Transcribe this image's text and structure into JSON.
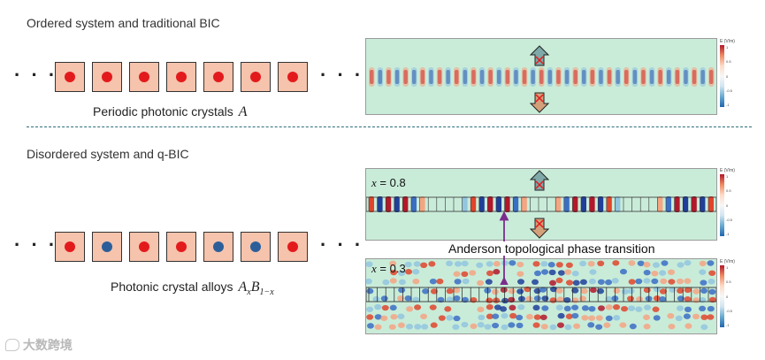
{
  "top": {
    "title": "Ordered system and traditional BIC",
    "cells": [
      "red",
      "red",
      "red",
      "red",
      "red",
      "red",
      "red"
    ],
    "caption_text": "Periodic photonic crystals",
    "caption_math": "A"
  },
  "bottom": {
    "title": "Disordered system and q-BIC",
    "cells": [
      "red",
      "blue",
      "red",
      "red",
      "blue",
      "blue",
      "red"
    ],
    "caption_text": "Photonic crystal alloys",
    "caption_math_a": "A",
    "caption_math_a_sub": "x",
    "caption_math_b": "B",
    "caption_math_b_sub": "1−x"
  },
  "ellipsis": "· · ·",
  "panels": {
    "panel1": {
      "x_label": ""
    },
    "panel2": {
      "x_var": "x",
      "x_value": " = 0.8"
    },
    "panel3": {
      "x_var": "x",
      "x_value": " = 0.3"
    }
  },
  "colorbar": {
    "label": "E (V/m)",
    "ticks": [
      "1",
      "0.5",
      "0",
      "-0.5",
      "-1"
    ]
  },
  "transition_label": "Anderson topological phase transition",
  "watermark": "大数跨境",
  "colors": {
    "cell_fill": "#f6c3ac",
    "red_rod": "#e31a1c",
    "blue_rod": "#2c5f9a",
    "divider": "#2d6c7c",
    "arrow": "#7b2d8e",
    "field_bg": "#c6ecd8"
  }
}
